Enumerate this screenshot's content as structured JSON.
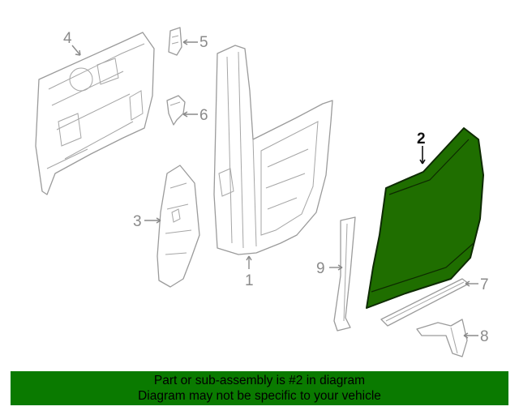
{
  "diagram": {
    "callouts": [
      {
        "id": "1",
        "label": "1"
      },
      {
        "id": "2",
        "label": "2",
        "highlighted": true
      },
      {
        "id": "3",
        "label": "3"
      },
      {
        "id": "4",
        "label": "4"
      },
      {
        "id": "5",
        "label": "5"
      },
      {
        "id": "6",
        "label": "6"
      },
      {
        "id": "7",
        "label": "7"
      },
      {
        "id": "8",
        "label": "8"
      },
      {
        "id": "9",
        "label": "9"
      }
    ],
    "highlight_color": "#1f6e00",
    "line_color": "#9b9b9b"
  },
  "banner": {
    "line1": "Part or sub-assembly is #2 in diagram",
    "line2": "Diagram may not be specific to your vehicle",
    "background": "#0a7a00"
  }
}
